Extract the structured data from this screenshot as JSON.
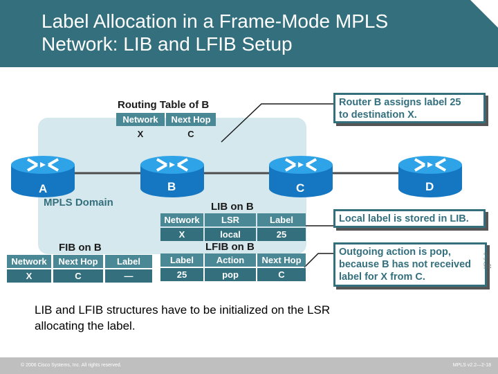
{
  "slide": {
    "title_line1": "Label Allocation in a Frame-Mode MPLS",
    "title_line2": "Network: LIB and LFIB Setup",
    "body_line1": "LIB and LFIB structures have to be initialized on the LSR",
    "body_line2": "allocating the label.",
    "footer_left": "© 2006 Cisco Systems, Inc. All rights reserved.",
    "footer_right": "MPLS v2.2—2-18",
    "side_code": "MPLS_2-18"
  },
  "routers": [
    {
      "label": "A"
    },
    {
      "label": "B"
    },
    {
      "label": "C"
    },
    {
      "label": "D"
    }
  ],
  "domain_label": "MPLS Domain",
  "routing_table": {
    "title": "Routing Table of B",
    "headers": [
      "Network",
      "Next Hop"
    ],
    "row": [
      "X",
      "C"
    ]
  },
  "lib": {
    "title": "LIB on B",
    "headers": [
      "Network",
      "LSR",
      "Label"
    ],
    "row": [
      "X",
      "local",
      "25"
    ]
  },
  "lfib": {
    "title": "LFIB on B",
    "headers": [
      "Label",
      "Action",
      "Next Hop"
    ],
    "row": [
      "25",
      "pop",
      "C"
    ]
  },
  "fib": {
    "title": "FIB on B",
    "headers": [
      "Network",
      "Next Hop",
      "Label"
    ],
    "row": [
      "X",
      "C",
      "—"
    ]
  },
  "callouts": {
    "assign_line1": "Router B assigns label 25",
    "assign_line2": "to destination X.",
    "stored": "Local label is stored in LIB.",
    "pop_line1": "Outgoing action is pop,",
    "pop_line2": "because B has not received",
    "pop_line3": "label for X from C."
  },
  "colors": {
    "header_bg": "#336f7d",
    "domain_bg": "#d5e8ee",
    "router_blue": "#1e8fd8"
  }
}
